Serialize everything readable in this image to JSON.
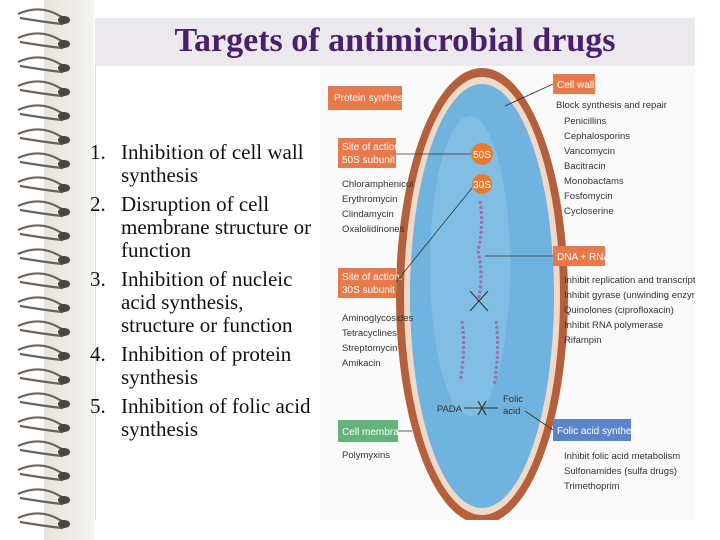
{
  "slide": {
    "title": "Targets of antimicrobial drugs",
    "items": [
      {
        "num": "1.",
        "text": "Inhibition of cell wall synthesis"
      },
      {
        "num": "2.",
        "text": "Disruption of cell membrane structure or function"
      },
      {
        "num": "3.",
        "text": "Inhibition of nucleic acid synthesis, structure or function"
      },
      {
        "num": "4.",
        "text": "Inhibition of protein synthesis"
      },
      {
        "num": "5.",
        "text": "Inhibition of folic acid synthesis"
      }
    ]
  },
  "figure": {
    "protein_synthesis": "Protein synthesis",
    "site_50s_line1": "Site of action:",
    "site_50s_line2": "50S subunit",
    "drugs_50s": [
      "Chloramphenicol",
      "Erythromycin",
      "Clindamycin",
      "Oxalolidinones"
    ],
    "ribo_50s": "50S",
    "ribo_30s": "30S",
    "site_30s_line1": "Site of action:",
    "site_30s_line2": "30S subunit",
    "drugs_30s": [
      "Aminoglycosides",
      "Tetracyclines",
      "Streptomycin",
      "Amikacin"
    ],
    "cell_wall": "Cell wall",
    "cell_wall_heading": "Block synthesis and repair",
    "cell_wall_drugs": [
      "Penicillins",
      "Cephalosporins",
      "Vancomycin",
      "Bacitracin",
      "Monobactams",
      "Fosfomycin",
      "Cycloserine"
    ],
    "dna_rna": "DNA + RNA",
    "dna_rna_lines": [
      "Inhibit replication and transcription",
      "Inhibit gyrase (unwinding enzymes)",
      "Quinolones (ciprofloxacin)",
      "Inhibit RNA polymerase",
      "Rifampin"
    ],
    "cell_membrane": "Cell membrane",
    "membrane_drugs": [
      "Polymyxins"
    ],
    "folic_acid_synthesis": "Folic acid synthesis",
    "folic_lines": [
      "Inhibit folic acid metabolism",
      "Sulfonamides (sulfa drugs)",
      "Trimethoprim"
    ],
    "pada": "PADA",
    "folic_acid_label_1": "Folic",
    "folic_acid_label_2": "acid",
    "colors": {
      "orange_tag": "#e8794a",
      "blue_tag": "#5a85c8",
      "green_tag": "#64b47a",
      "cell_outer": "#b5603d",
      "cell_inner": "#6fb3de",
      "ribosome": "#ea7b2e"
    }
  }
}
